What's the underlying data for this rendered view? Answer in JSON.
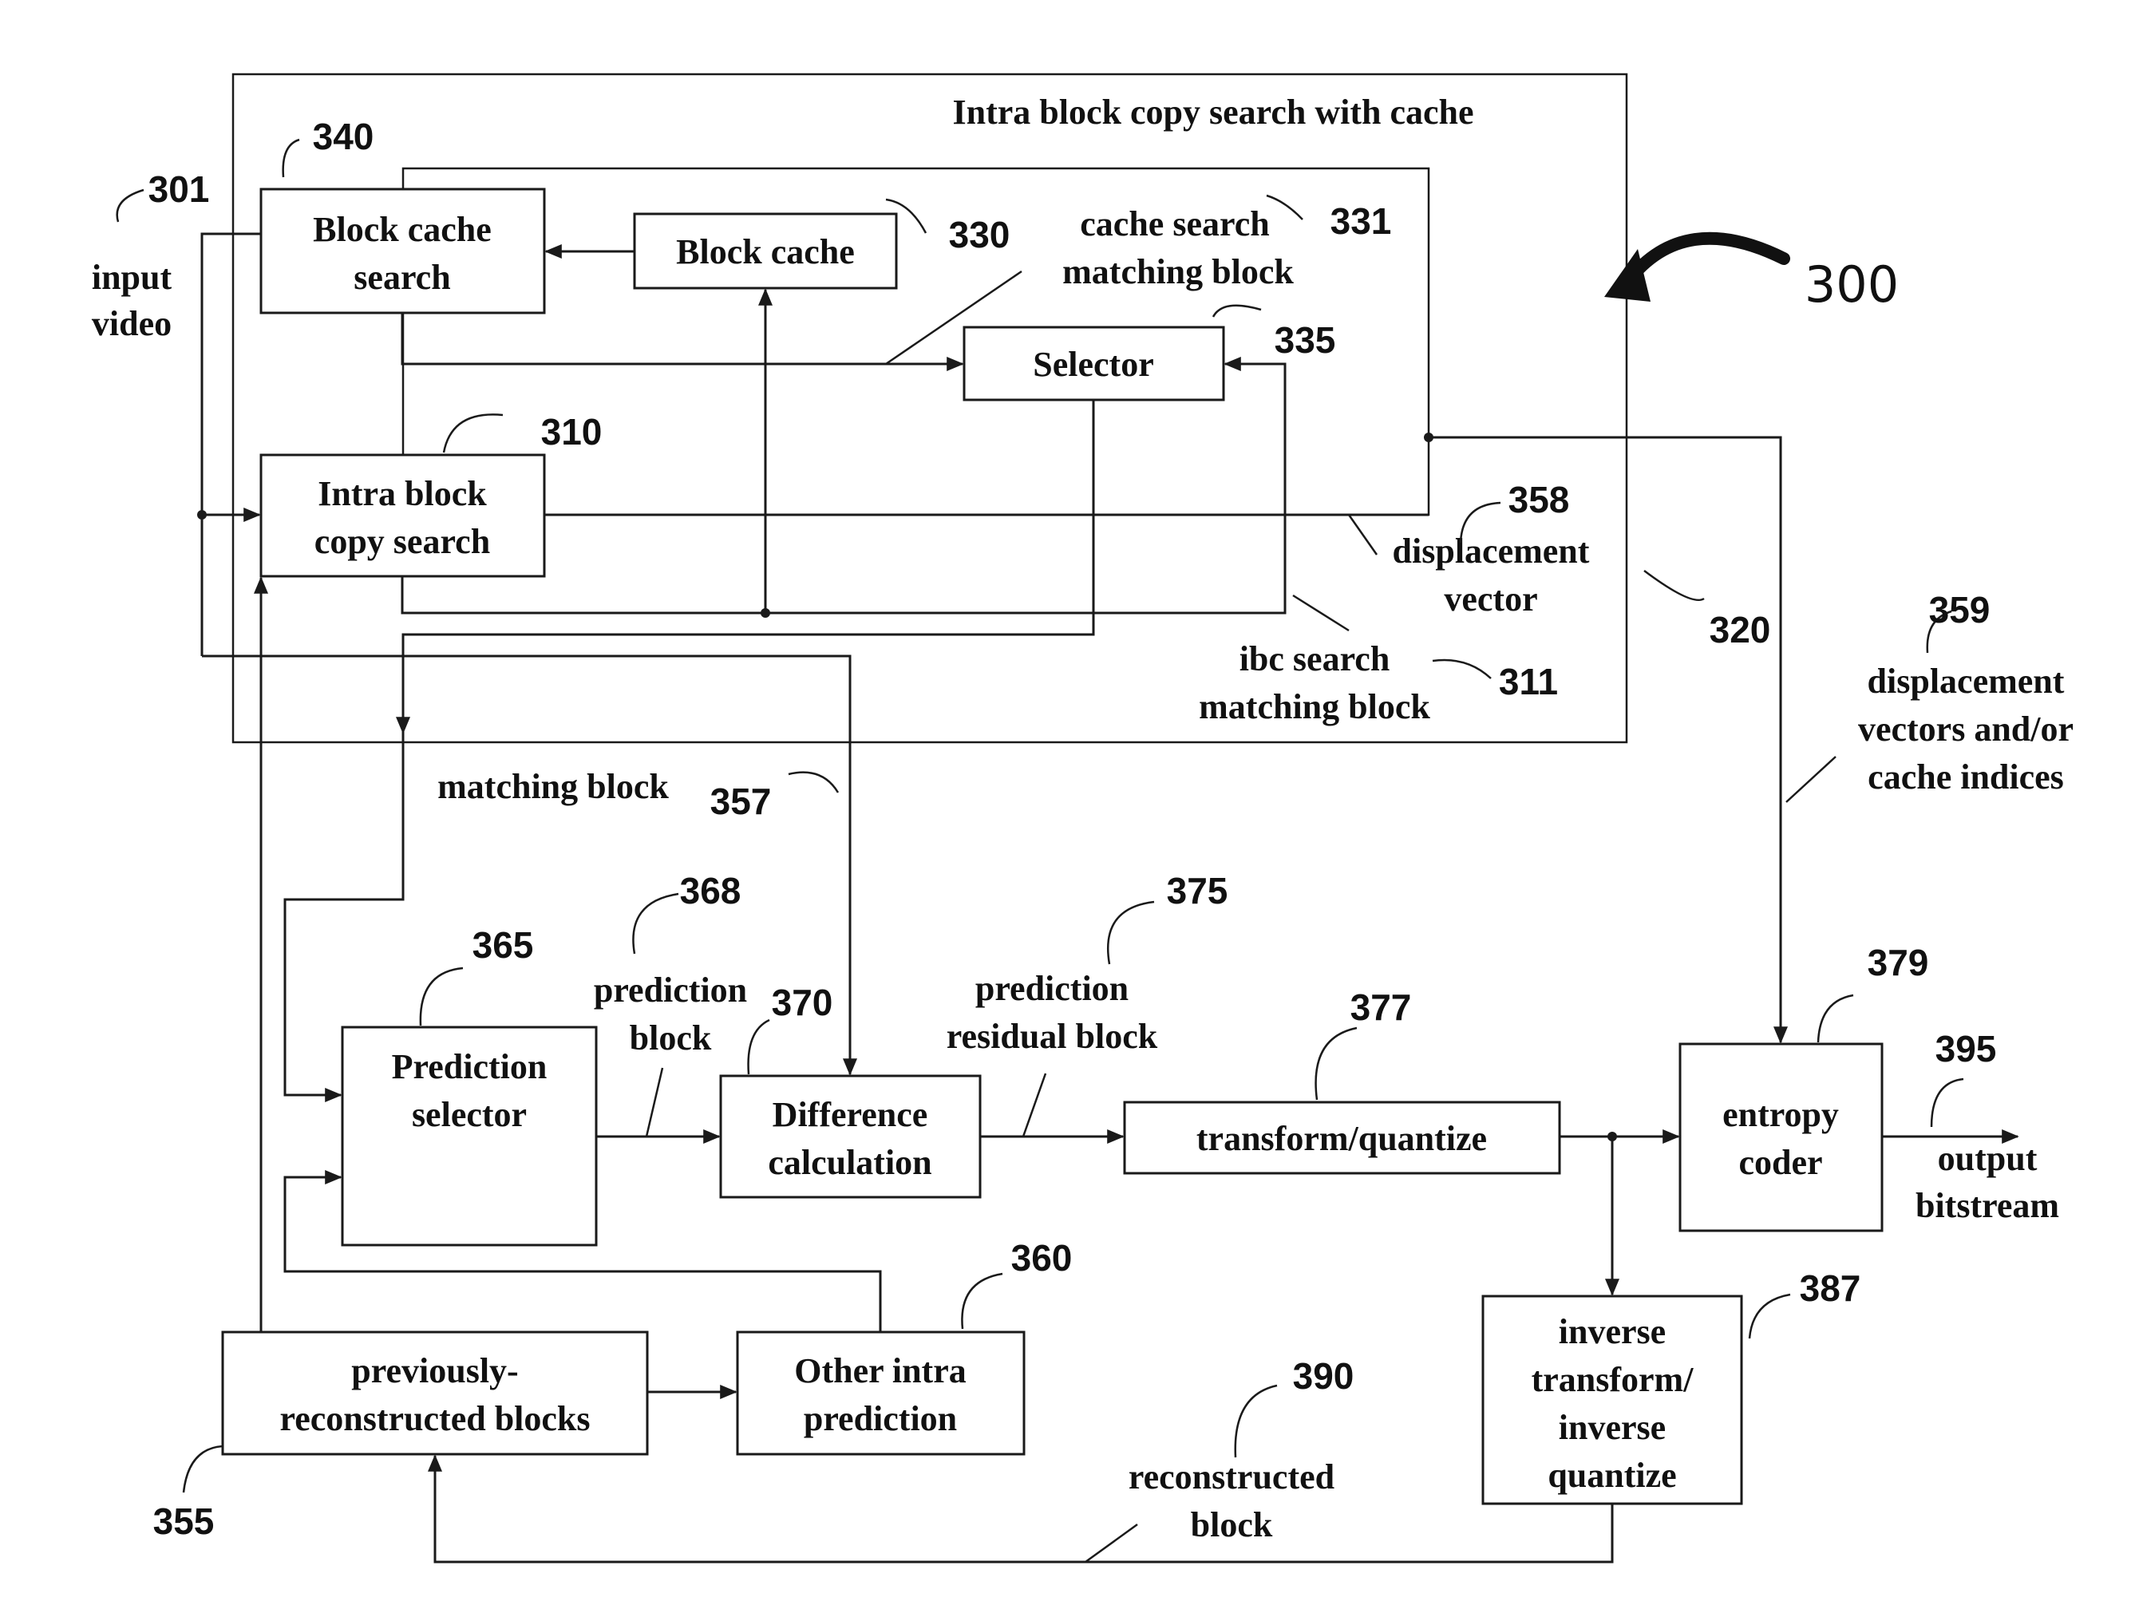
{
  "figure_label": "300",
  "outer_title": "Intra block copy search with cache",
  "blocks": {
    "block_cache_search": {
      "line1": "Block cache",
      "line2": "search"
    },
    "block_cache": {
      "label": "Block cache"
    },
    "selector": {
      "label": "Selector"
    },
    "intra_block_copy_search": {
      "line1": "Intra block",
      "line2": "copy search"
    },
    "prediction_selector": {
      "line1": "Prediction",
      "line2": "selector"
    },
    "difference_calculation": {
      "line1": "Difference",
      "line2": "calculation"
    },
    "transform_quantize": {
      "label": "transform/quantize"
    },
    "entropy_coder": {
      "line1": "entropy",
      "line2": "coder"
    },
    "previously_reconstructed": {
      "line1": "previously-",
      "line2": "reconstructed blocks"
    },
    "other_intra_prediction": {
      "line1": "Other intra",
      "line2": "prediction"
    },
    "inverse_transform": {
      "line1": "inverse",
      "line2": "transform/",
      "line3": "inverse",
      "line4": "quantize"
    }
  },
  "signals": {
    "input_video": {
      "line1": "input",
      "line2": "video"
    },
    "cache_search_matching_block": {
      "line1": "cache search",
      "line2": "matching block"
    },
    "displacement_vector": {
      "line1": "displacement",
      "line2": "vector"
    },
    "ibc_search_matching_block": {
      "line1": "ibc search",
      "line2": "matching block"
    },
    "displacement_vectors_cache_indices": {
      "line1": "displacement",
      "line2": "vectors and/or",
      "line3": "cache indices"
    },
    "matching_block": {
      "label": "matching block"
    },
    "prediction_block": {
      "line1": "prediction",
      "line2": "block"
    },
    "prediction_residual_block": {
      "line1": "prediction",
      "line2": "residual block"
    },
    "output_bitstream": {
      "line1": "output",
      "line2": "bitstream"
    },
    "reconstructed_block": {
      "line1": "reconstructed",
      "line2": "block"
    }
  },
  "refs": {
    "r301": "301",
    "r340": "340",
    "r330": "330",
    "r331": "331",
    "r335": "335",
    "r310": "310",
    "r358": "358",
    "r320": "320",
    "r311": "311",
    "r359": "359",
    "r357": "357",
    "r368": "368",
    "r375": "375",
    "r365": "365",
    "r370": "370",
    "r377": "377",
    "r379": "379",
    "r395": "395",
    "r360": "360",
    "r387": "387",
    "r390": "390",
    "r355": "355"
  }
}
